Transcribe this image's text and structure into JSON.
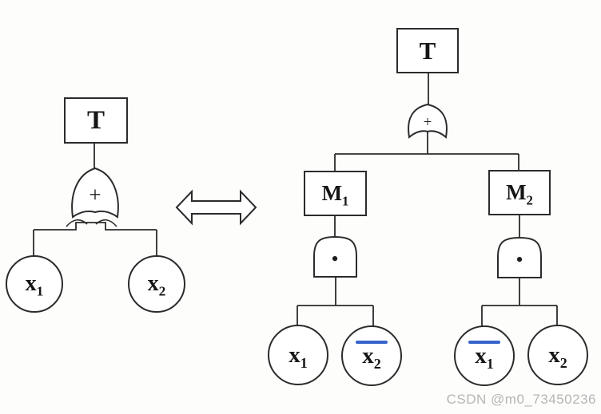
{
  "colors": {
    "line": "#2b2b2b",
    "surface": "#ffffff",
    "background": "#fdfdfc",
    "negation_bar": "#3563c9",
    "watermark": "#b5b5b5"
  },
  "watermark": "CSDN @m0_73450236",
  "arrow": {
    "type": "equivalence",
    "direction": "double"
  },
  "left_tree": {
    "top_event": {
      "base": "T",
      "sub": ""
    },
    "gate": {
      "type": "OR",
      "symbol": "+"
    },
    "basic_events": [
      {
        "base": "x",
        "sub": "1",
        "negated": false
      },
      {
        "base": "x",
        "sub": "2",
        "negated": false
      }
    ]
  },
  "right_tree": {
    "top_event": {
      "base": "T",
      "sub": ""
    },
    "gate": {
      "type": "OR",
      "symbol": "+"
    },
    "branches": [
      {
        "intermediate_event": {
          "base": "M",
          "sub": "1"
        },
        "gate": {
          "type": "AND",
          "symbol": "•"
        },
        "basic_events": [
          {
            "base": "x",
            "sub": "1",
            "negated": false
          },
          {
            "base": "x",
            "sub": "2",
            "negated": true
          }
        ]
      },
      {
        "intermediate_event": {
          "base": "M",
          "sub": "2"
        },
        "gate": {
          "type": "AND",
          "symbol": "•"
        },
        "basic_events": [
          {
            "base": "x",
            "sub": "1",
            "negated": true
          },
          {
            "base": "x",
            "sub": "2",
            "negated": false
          }
        ]
      }
    ]
  }
}
